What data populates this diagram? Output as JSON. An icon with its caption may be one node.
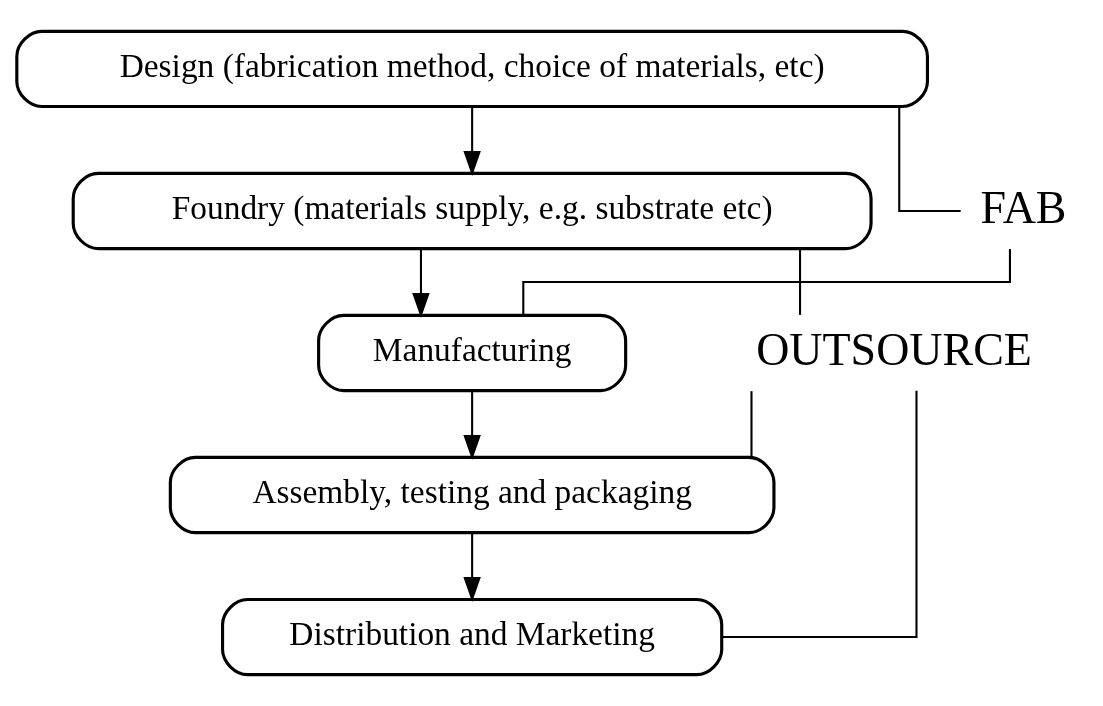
{
  "diagram": {
    "nodes": [
      {
        "text": [
          "Design (fabrication method, choice of materials, etc)"
        ]
      },
      {
        "text": [
          "Foundry (materials supply, e.g. substrate etc)"
        ]
      },
      {
        "text": [
          "Manufacturing"
        ]
      },
      {
        "text": [
          "Assembly, testing and packaging"
        ]
      },
      {
        "text": [
          "Distribution and Marketing"
        ]
      },
      {
        "text": [
          "FAB"
        ]
      },
      {
        "text": [
          "OUTSOURCE"
        ]
      }
    ],
    "edges": [
      {
        "from": 0,
        "to": 1,
        "arrow": "to"
      },
      {
        "from": 1,
        "to": 2,
        "arrow": "to"
      },
      {
        "from": 2,
        "to": 3,
        "arrow": "to"
      },
      {
        "from": 3,
        "to": 4,
        "arrow": "to"
      },
      {
        "from": 0,
        "to": 5,
        "arrow": "none"
      },
      {
        "from": 2,
        "to": 5,
        "arrow": "none"
      },
      {
        "from": 1,
        "to": 6,
        "arrow": "none"
      },
      {
        "from": 3,
        "to": 6,
        "arrow": "none"
      },
      {
        "from": 4,
        "to": 6,
        "arrow": "none"
      }
    ]
  }
}
